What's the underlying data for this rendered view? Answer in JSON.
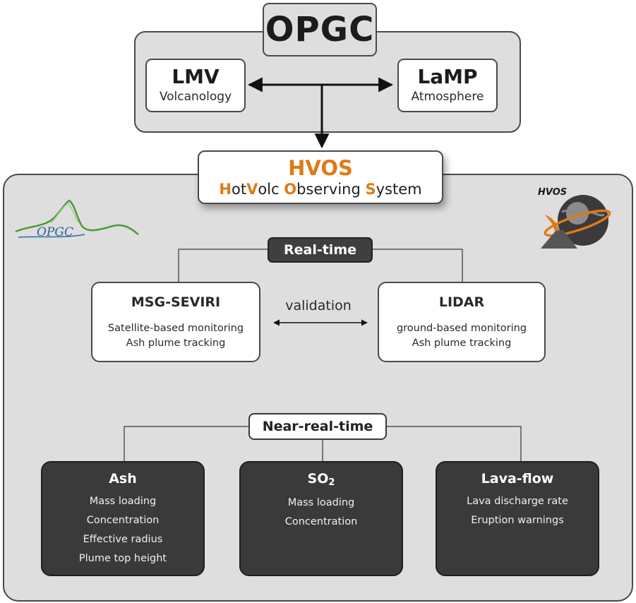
{
  "top": {
    "title": "OPGC",
    "left_lab": {
      "name": "LMV",
      "field": "Volcanology"
    },
    "right_lab": {
      "name": "LaMP",
      "field": "Atmosphere"
    }
  },
  "hvos": {
    "title": "HVOS",
    "subtitle_parts": [
      "H",
      "ot",
      "V",
      "olc ",
      "O",
      "bserving ",
      "S",
      "ystem"
    ]
  },
  "logos": {
    "opgc_text": "OPGC",
    "hvos_text": "HVOS"
  },
  "realtime": {
    "label": "Real-time",
    "validation": "validation",
    "left": {
      "name": "MSG-SEVIRI",
      "lines": [
        "Satellite-based monitoring",
        "Ash plume tracking"
      ]
    },
    "right": {
      "name": "LIDAR",
      "lines": [
        "ground-based monitoring",
        "Ash plume tracking"
      ]
    }
  },
  "nearrealtime": {
    "label": "Near-real-time",
    "products": [
      {
        "name": "Ash",
        "lines": [
          "Mass loading",
          "Concentration",
          "Effective radius",
          "Plume top height"
        ]
      },
      {
        "name_main": "SO",
        "name_sub": "2",
        "lines": [
          "Mass loading",
          "Concentration"
        ]
      },
      {
        "name": "Lava-flow",
        "lines": [
          "Lava discharge rate",
          "Eruption warnings"
        ]
      }
    ]
  },
  "colors": {
    "accent_orange": "#e07a16",
    "panel_gray": "#dedede",
    "dark_box": "#3a3a3a",
    "border": "#4a4a4a"
  }
}
